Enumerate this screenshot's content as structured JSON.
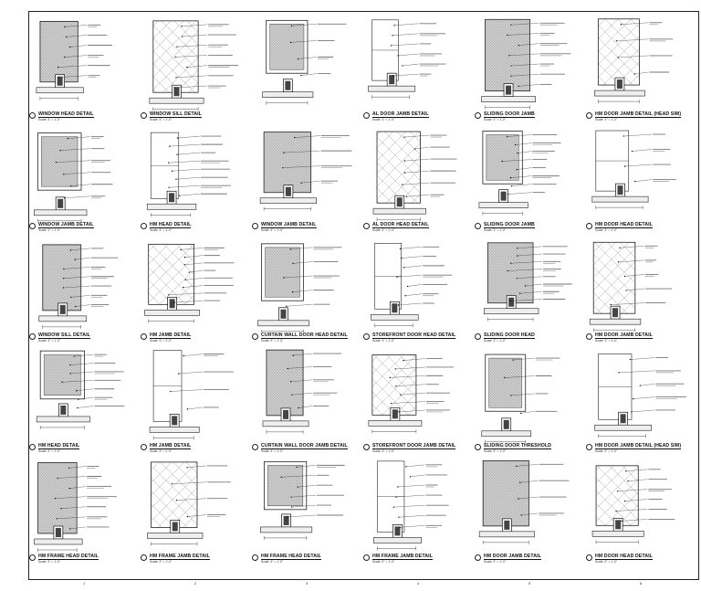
{
  "sheet": {
    "rows": [
      [
        {
          "title": "WINDOW HEAD DETAIL",
          "scale": "Scale: 3\" = 1'-0\""
        },
        {
          "title": "WINDOW SILL DETAIL",
          "scale": "Scale: 3\" = 1'-0\""
        },
        {
          "title": "",
          "scale": ""
        },
        {
          "title": "AL DOOR JAMB DETAIL",
          "scale": "Scale: 3\" = 1'-0\""
        },
        {
          "title": "SLIDING DOOR JAMB",
          "scale": "Scale: 3\" = 1'-0\""
        },
        {
          "title": "HM DOOR JAMB DETAIL (HEAD SIM)",
          "scale": "Scale: 3\" = 1'-0\""
        }
      ],
      [
        {
          "title": "WINDOW JAMB DETAIL",
          "scale": "Scale: 3\" = 1'-0\""
        },
        {
          "title": "HM HEAD DETAIL",
          "scale": "Scale: 3\" = 1'-0\""
        },
        {
          "title": "WINDOW JAMB DETAIL",
          "scale": "Scale: 3\" = 1'-0\""
        },
        {
          "title": "AL DOOR HEAD DETAIL",
          "scale": "Scale: 3\" = 1'-0\""
        },
        {
          "title": "SLIDING DOOR JAMB",
          "scale": "Scale: 3\" = 1'-0\""
        },
        {
          "title": "HM DOOR HEAD DETAIL",
          "scale": "Scale: 3\" = 1'-0\""
        }
      ],
      [
        {
          "title": "WINDOW SILL DETAIL",
          "scale": "Scale: 3\" = 1'-0\""
        },
        {
          "title": "HM JAMB DETAIL",
          "scale": "Scale: 3\" = 1'-0\""
        },
        {
          "title": "CURTAIN WALL DOOR HEAD DETAIL",
          "scale": "Scale: 3\" = 1'-0\""
        },
        {
          "title": "STOREFRONT DOOR HEAD DETAIL",
          "scale": "Scale: 3\" = 1'-0\""
        },
        {
          "title": "SLIDING DOOR HEAD",
          "scale": "Scale: 3\" = 1'-0\""
        },
        {
          "title": "HM DOOR JAMB DETAIL",
          "scale": "Scale: 3\" = 1'-0\""
        }
      ],
      [
        {
          "title": "HM HEAD DETAIL",
          "scale": "Scale: 3\" = 1'-0\""
        },
        {
          "title": "HM JAMB DETAIL",
          "scale": "Scale: 3\" = 1'-0\""
        },
        {
          "title": "CURTAIN WALL DOOR JAMB DETAIL",
          "scale": "Scale: 3\" = 1'-0\""
        },
        {
          "title": "STOREFRONT DOOR JAMB DETAIL",
          "scale": "Scale: 3\" = 1'-0\""
        },
        {
          "title": "SLIDING DOOR THRESHOLD",
          "scale": "Scale: 3\" = 1'-0\""
        },
        {
          "title": "HM DOOR JAMB DETAIL (HEAD SIM)",
          "scale": "Scale: 3\" = 1'-0\""
        }
      ],
      [
        {
          "title": "HM FRAME HEAD DETAIL",
          "scale": "Scale: 3\" = 1'-0\""
        },
        {
          "title": "HM FRAME JAMB DETAIL",
          "scale": "Scale: 3\" = 1'-0\""
        },
        {
          "title": "HM FRAME HEAD DETAIL",
          "scale": "Scale: 3\" = 1'-0\""
        },
        {
          "title": "HM FRAME JAMB DETAIL",
          "scale": "Scale: 3\" = 1'-0\""
        },
        {
          "title": "HM DOOR JAMB DETAIL",
          "scale": "Scale: 3\" = 1'-0\""
        },
        {
          "title": "HM DOOR HEAD DETAIL",
          "scale": "Scale: 3\" = 1'-0\""
        }
      ]
    ],
    "grid_ticks": [
      "1",
      "2",
      "3",
      "4",
      "5",
      "6"
    ]
  }
}
